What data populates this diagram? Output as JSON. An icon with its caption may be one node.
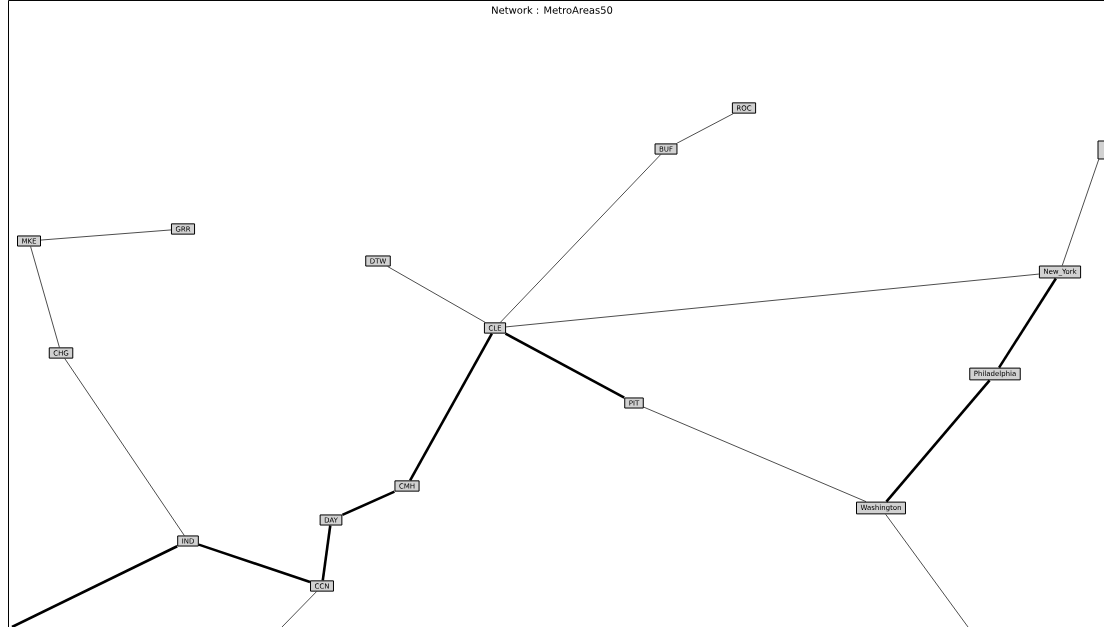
{
  "diagram": {
    "title": "Network : MetroAreas50",
    "nodes": [
      {
        "text": [
          "ROC"
        ]
      },
      {
        "text": [
          "BUF"
        ]
      },
      {
        "text": [
          "MKE"
        ]
      },
      {
        "text": [
          "GRR"
        ]
      },
      {
        "text": [
          "DTW"
        ]
      },
      {
        "text": [
          "CLE"
        ]
      },
      {
        "text": [
          "New_York"
        ]
      },
      {
        "text": [
          "CHG"
        ]
      },
      {
        "text": [
          "Philadelphia"
        ]
      },
      {
        "text": [
          "PIT"
        ]
      },
      {
        "text": [
          "CMH"
        ]
      },
      {
        "text": [
          "DAY"
        ]
      },
      {
        "text": [
          "Washington"
        ]
      },
      {
        "text": [
          "IND"
        ]
      },
      {
        "text": [
          "CCN"
        ]
      },
      {
        "text": [],
        "shape": "box"
      }
    ],
    "edges": [
      {
        "from": 0,
        "to": 1,
        "arrow": "none"
      },
      {
        "from": 1,
        "to": 5,
        "arrow": "none"
      },
      {
        "from": 2,
        "to": 3,
        "arrow": "none"
      },
      {
        "from": 2,
        "to": 7,
        "arrow": "none"
      },
      {
        "from": 7,
        "to": 13,
        "arrow": "none"
      },
      {
        "from": 4,
        "to": 5,
        "arrow": "none"
      },
      {
        "from": 5,
        "to": 6,
        "arrow": "none"
      },
      {
        "from": 5,
        "to": 9,
        "arrow": "none",
        "style": "thick"
      },
      {
        "from": 5,
        "to": 10,
        "arrow": "none",
        "style": "thick"
      },
      {
        "from": 10,
        "to": 11,
        "arrow": "none",
        "style": "thick"
      },
      {
        "from": 11,
        "to": 14,
        "arrow": "none",
        "style": "thick"
      },
      {
        "from": 13,
        "to": 14,
        "arrow": "none",
        "style": "thick"
      },
      {
        "from": 9,
        "to": 12,
        "arrow": "none"
      },
      {
        "from": 6,
        "to": 8,
        "arrow": "none",
        "style": "thick"
      },
      {
        "from": 8,
        "to": 12,
        "arrow": "none",
        "style": "thick"
      },
      {
        "from": 6,
        "to": 15,
        "arrow": "none"
      },
      {
        "from": 12,
        "to": null,
        "arrow": "none"
      },
      {
        "from": 14,
        "to": null,
        "arrow": "none"
      },
      {
        "from": 13,
        "to": null,
        "arrow": "none",
        "style": "thick"
      }
    ]
  }
}
